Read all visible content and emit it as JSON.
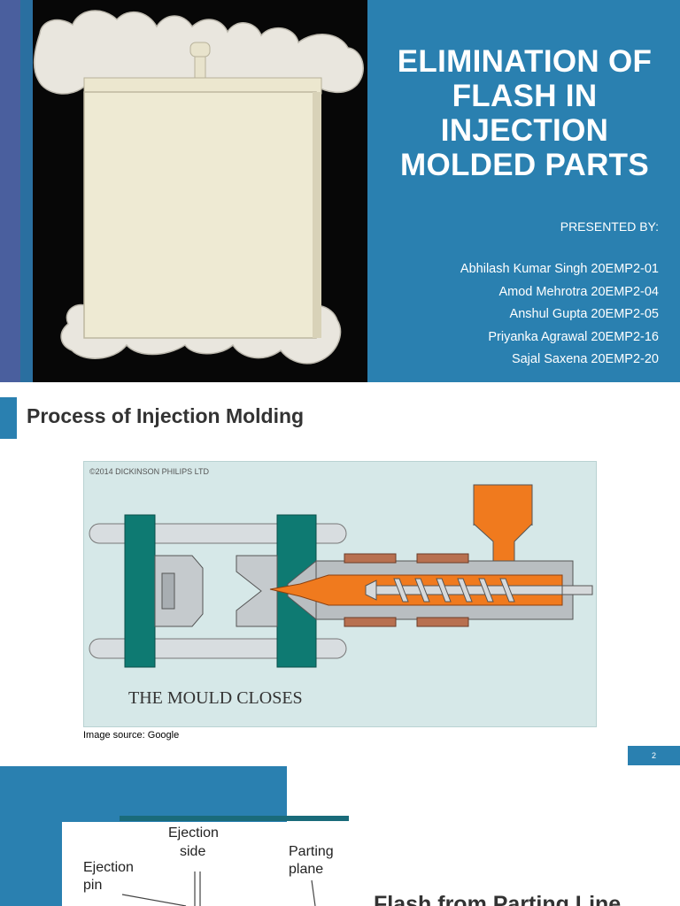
{
  "slide1": {
    "title": "ELIMINATION OF FLASH IN INJECTION MOLDED PARTS",
    "presented_by": "PRESENTED BY:",
    "presenters": [
      "Abhilash Kumar Singh 20EMP2-01",
      "Amod Mehrotra 20EMP2-04",
      "Anshul Gupta 20EMP2-05",
      "Priyanka Agrawal 20EMP2-16",
      "Sajal Saxena 20EMP2-20"
    ]
  },
  "slide2": {
    "title": "Process of Injection Molding",
    "figure_copyright": "©2014 DICKINSON PHILIPS LTD",
    "figure_caption": "THE MOULD CLOSES",
    "image_source": "Image source: Google",
    "page_number": "2"
  },
  "slide3": {
    "label_ejection_side_1": "Ejection",
    "label_ejection_side_2": "side",
    "label_ejection_pin_1": "Ejection",
    "label_ejection_pin_2": "pin",
    "label_parting_plane_1": "Parting",
    "label_parting_plane_2": "plane",
    "heading": "Flash from Parting Line"
  },
  "colors": {
    "slide_blue": "#2a80b0",
    "side_strip": "#4a5f9e",
    "mould_teal": "#0e7a72",
    "melt_orange": "#f07a1e",
    "heater_brown": "#b87050"
  }
}
